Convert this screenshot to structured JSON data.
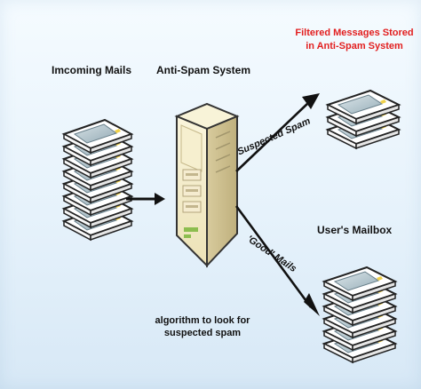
{
  "diagram": {
    "labels": {
      "incoming_mails": "Imcoming Mails",
      "anti_spam_system": "Anti-Spam System",
      "filtered_line_1": "Filtered Messages Stored",
      "filtered_line_2": "in Anti-Spam System",
      "suspected_spam": "Suspected Spam",
      "good_mails": "'Good' Mails",
      "users_mailbox": "User's Mailbox",
      "algorithm_line_1": "algorithm to look for",
      "algorithm_line_2": "suspected spam"
    },
    "icons": {
      "incoming_stack": "mail-stack-icon",
      "server": "server-icon",
      "stored_stack": "mail-stack-icon",
      "mailbox_stack": "mail-stack-icon",
      "arrow": "arrow-icon"
    },
    "colors": {
      "background_top": "#f5fbff",
      "background_bottom": "#d7e8f6",
      "accent_red": "#e21f1f",
      "text": "#111111",
      "paper": "#ffffff",
      "screen_blue": "#9eb4c0",
      "server_face": "#efe8c7",
      "server_shadow": "#cbbf91",
      "server_status": "#8cbd4f"
    }
  }
}
